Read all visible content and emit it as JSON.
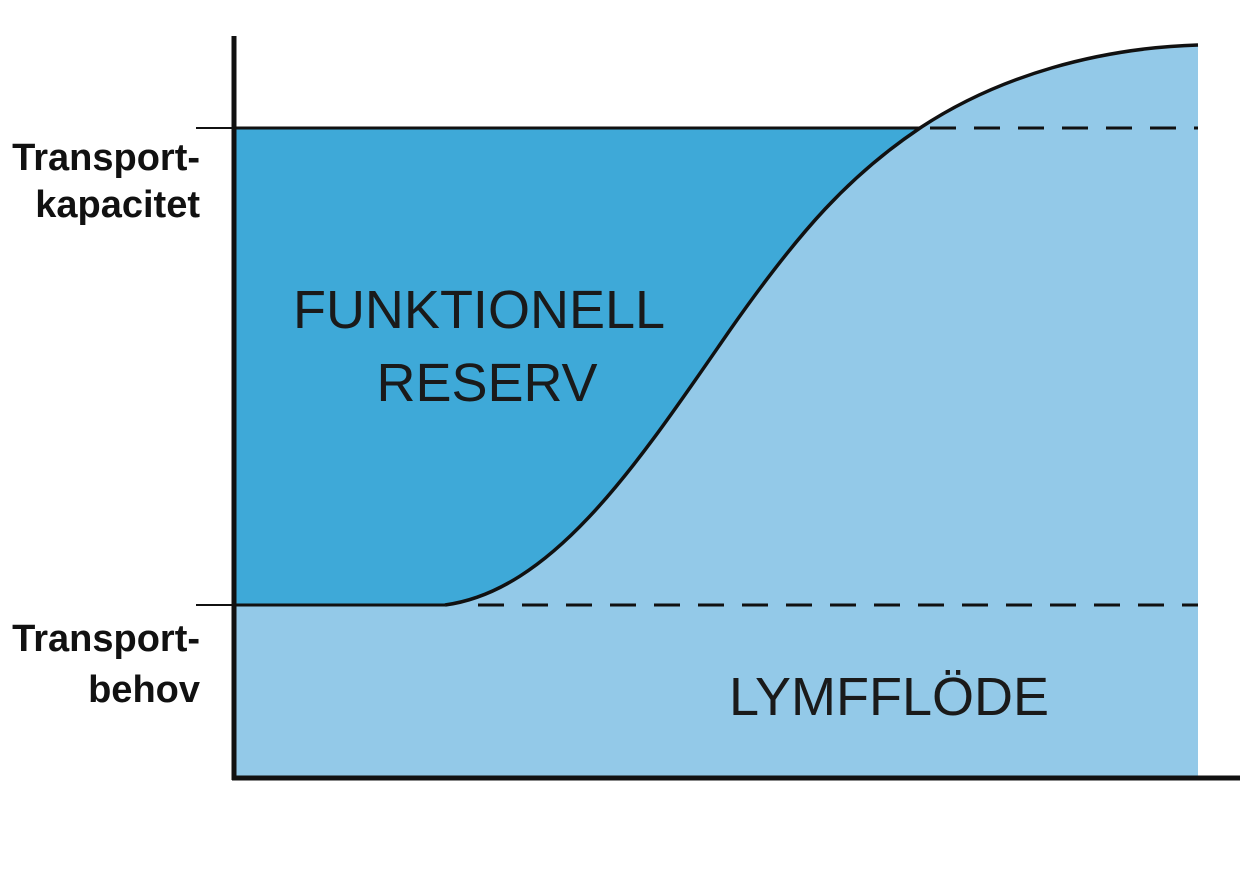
{
  "diagram": {
    "y_labels": {
      "capacity": [
        "Transport-",
        "kapacitet"
      ],
      "demand": [
        "Transport-",
        "behov"
      ]
    },
    "regions": {
      "reserve": [
        "FUNKTIONELL",
        "RESERV"
      ],
      "flow": "LYMFFLÖDE"
    },
    "colors": {
      "reserve_fill": "#3ea9d8",
      "flow_fill": "#93c9e8",
      "line": "#111111",
      "text": "#1a1a1a"
    }
  }
}
